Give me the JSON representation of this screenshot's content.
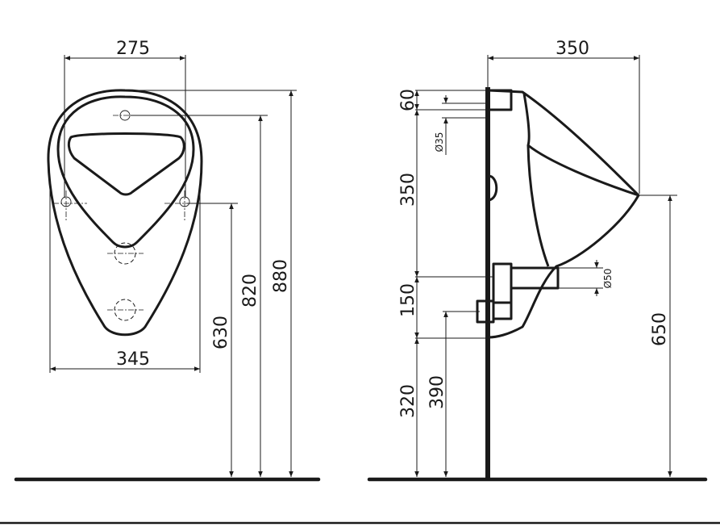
{
  "front_view": {
    "dim_top_width": "275",
    "dim_body_width": "345",
    "dim_height_630": "630",
    "dim_height_820": "820",
    "dim_height_880": "880"
  },
  "side_view": {
    "dim_depth": "350",
    "dim_60": "60",
    "dim_diam_35": "Ø35",
    "dim_350": "350",
    "dim_150": "150",
    "dim_diam_50": "Ø50",
    "dim_320": "320",
    "dim_390": "390",
    "dim_650": "650"
  }
}
